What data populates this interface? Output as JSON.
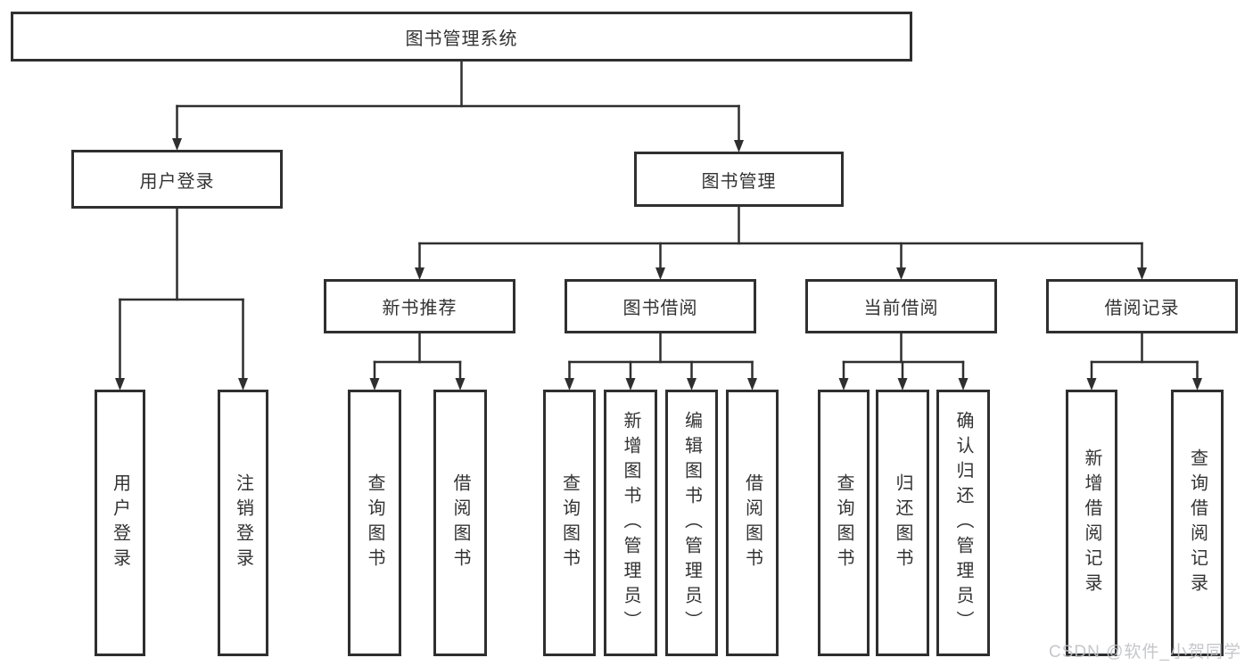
{
  "nodes": {
    "root": {
      "label": "图书管理系统"
    },
    "user-login": {
      "label": "用户登录"
    },
    "book-mgmt": {
      "label": "图书管理"
    },
    "new-book-rec": {
      "label": "新书推荐"
    },
    "book-borrow": {
      "label": "图书借阅"
    },
    "current-borrow": {
      "label": "当前借阅"
    },
    "borrow-record": {
      "label": "借阅记录"
    },
    "ul-login": {
      "label": "用户登录"
    },
    "ul-logout": {
      "label": "注销登录"
    },
    "nb-query": {
      "label": "查询图书"
    },
    "nb-borrow": {
      "label": "借阅图书"
    },
    "bb-query": {
      "label": "查询图书"
    },
    "bb-add": {
      "label": "新增图书（管理员）"
    },
    "bb-edit": {
      "label": "编辑图书（管理员）"
    },
    "bb-borrow": {
      "label": "借阅图书"
    },
    "cb-query": {
      "label": "查询图书"
    },
    "cb-return": {
      "label": "归还图书"
    },
    "cb-confirm": {
      "label": "确认归还（管理员）"
    },
    "br-add": {
      "label": "新增借阅记录"
    },
    "br-query": {
      "label": "查询借阅记录"
    }
  },
  "edges": [
    {
      "from": "root",
      "to": [
        "user-login",
        "book-mgmt"
      ]
    },
    {
      "from": "user-login",
      "to": [
        "ul-login",
        "ul-logout"
      ]
    },
    {
      "from": "book-mgmt",
      "to": [
        "new-book-rec",
        "book-borrow",
        "current-borrow",
        "borrow-record"
      ]
    },
    {
      "from": "new-book-rec",
      "to": [
        "nb-query",
        "nb-borrow"
      ]
    },
    {
      "from": "book-borrow",
      "to": [
        "bb-query",
        "bb-add",
        "bb-edit",
        "bb-borrow"
      ]
    },
    {
      "from": "current-borrow",
      "to": [
        "cb-query",
        "cb-return",
        "cb-confirm"
      ]
    },
    {
      "from": "borrow-record",
      "to": [
        "br-add",
        "br-query"
      ]
    }
  ],
  "watermark": {
    "text": "CSDN @软件_小贺同学",
    "color": "#bfc1c6"
  },
  "colors": {
    "line": "#2f2f2f",
    "border": "#2f2f2f",
    "text": "#333333",
    "background": "#ffffff"
  }
}
